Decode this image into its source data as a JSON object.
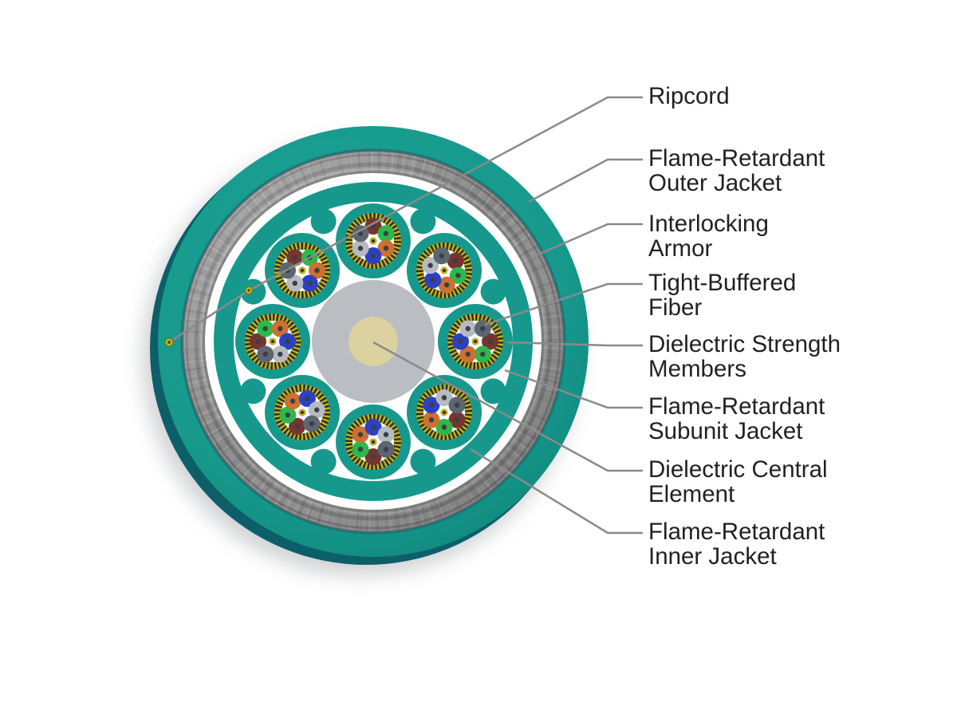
{
  "diagram": {
    "title": "Indoor interlocking-armor fiber optic cable cross-section",
    "type": "fiber-cable-cross-section",
    "subunit_count": 8,
    "fibers_per_subunit": 6,
    "ripcord_count": 2,
    "labels": [
      {
        "id": "ripcord",
        "text": "Ripcord"
      },
      {
        "id": "outer-jacket",
        "text": "Flame-Retardant\nOuter Jacket"
      },
      {
        "id": "armor",
        "text": "Interlocking\nArmor"
      },
      {
        "id": "fiber",
        "text": "Tight-Buffered\nFiber"
      },
      {
        "id": "strength-members",
        "text": "Dielectric Strength\nMembers"
      },
      {
        "id": "subunit-jacket",
        "text": "Flame-Retardant\nSubunit Jacket"
      },
      {
        "id": "central-element",
        "text": "Dielectric Central\nElement"
      },
      {
        "id": "inner-jacket",
        "text": "Flame-Retardant\nInner Jacket"
      }
    ],
    "colors": {
      "jacket_teal": "#16998c",
      "jacket_teal_light": "#1ba294",
      "jacket_teal_deep": "#0f8a7d",
      "rim_dark_teal": "#0c5f68",
      "jacket_edge_line": "#0e7277",
      "armor_gray": "#8f8f8f",
      "armor_dark": "#5f5f5f",
      "center_gray": "#babdc2",
      "central_element_tan": "#dbd2a0",
      "subunit_yellow": "#c0ae2e",
      "subunit_dash_dark": "#30300f",
      "ripcord_yellow": "#b9bc25",
      "ripcord_dot_dark": "#50501a",
      "leader_gray": "#8a8a8a",
      "label_text": "#232021",
      "fiber_dot": "#3c3e46",
      "background": "#ffffff"
    },
    "fiber_colors": {
      "brown": "#76352f",
      "green": "#2cb84a",
      "orange": "#cd7030",
      "blue": "#2b41c4",
      "silver": "#b6bbc1",
      "slate": "#5c6670"
    }
  }
}
